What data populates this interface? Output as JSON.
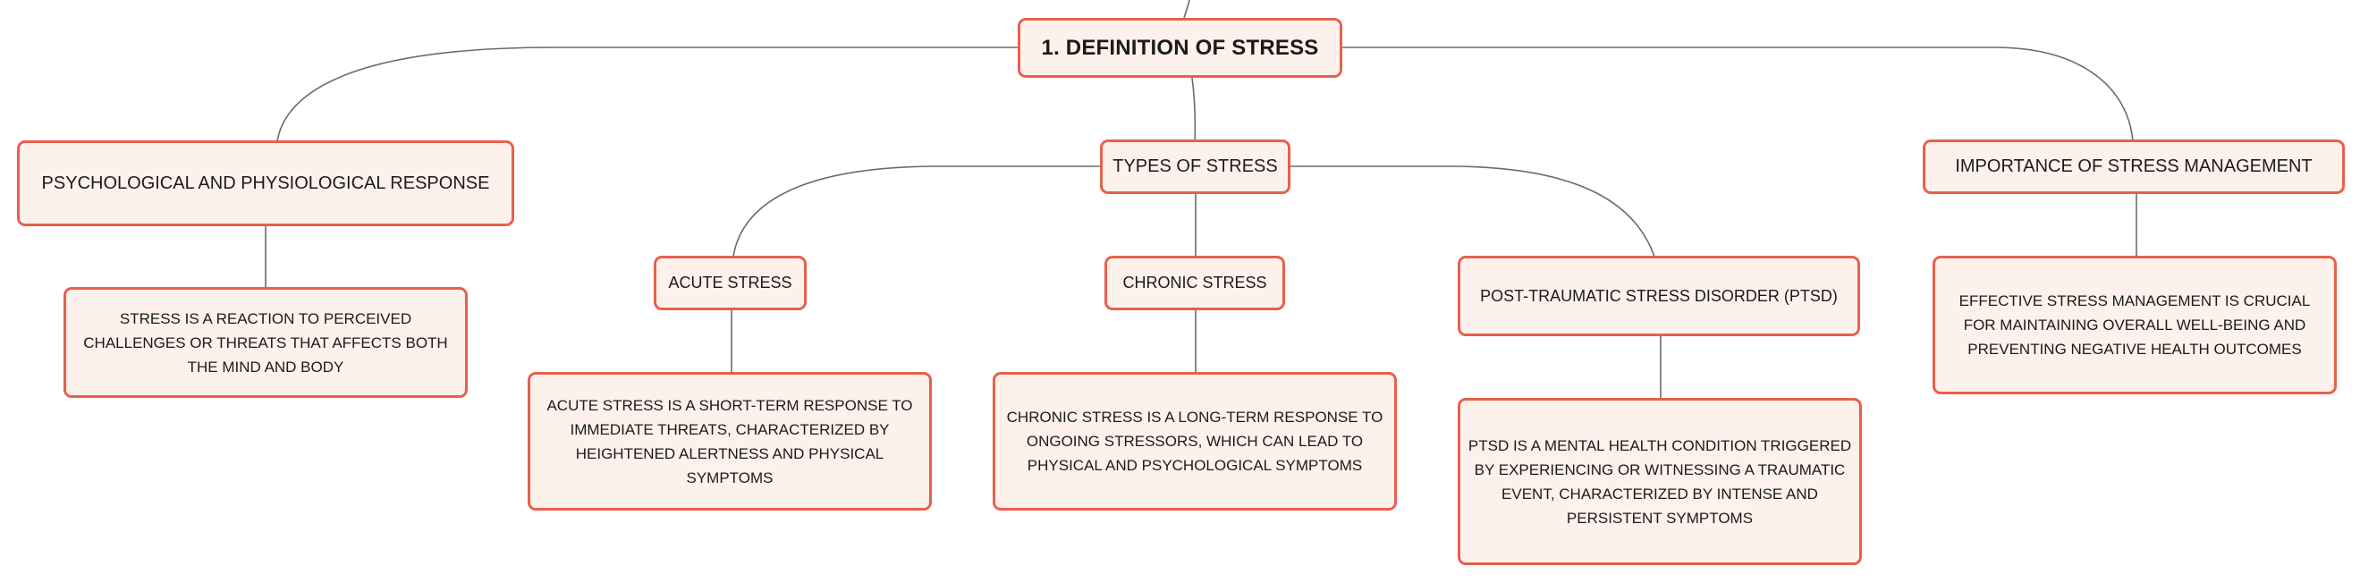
{
  "mindmap": {
    "root": {
      "label": "1. DEFINITION OF STRESS"
    },
    "psych": {
      "label": "PSYCHOLOGICAL AND PHYSIOLOGICAL RESPONSE",
      "detail": "STRESS IS A REACTION TO PERCEIVED CHALLENGES OR THREATS THAT AFFECTS BOTH THE MIND AND BODY"
    },
    "types": {
      "label": "TYPES OF STRESS",
      "acute": {
        "label": "ACUTE STRESS",
        "detail": "ACUTE STRESS IS A SHORT-TERM RESPONSE TO IMMEDIATE THREATS, CHARACTERIZED BY HEIGHTENED ALERTNESS AND PHYSICAL SYMPTOMS"
      },
      "chronic": {
        "label": "CHRONIC STRESS",
        "detail": "CHRONIC STRESS IS A LONG-TERM RESPONSE TO ONGOING STRESSORS, WHICH CAN LEAD TO PHYSICAL AND PSYCHOLOGICAL SYMPTOMS"
      },
      "ptsd": {
        "label": "POST-TRAUMATIC STRESS DISORDER (PTSD)",
        "detail": "PTSD IS A MENTAL HEALTH CONDITION TRIGGERED BY EXPERIENCING OR WITNESSING A TRAUMATIC EVENT, CHARACTERIZED BY INTENSE AND PERSISTENT SYMPTOMS"
      }
    },
    "importance": {
      "label": "IMPORTANCE OF STRESS MANAGEMENT",
      "detail": "EFFECTIVE STRESS MANAGEMENT IS CRUCIAL FOR MAINTAINING OVERALL WELL-BEING AND PREVENTING NEGATIVE HEALTH OUTCOMES"
    }
  },
  "colors": {
    "node_border": "#e8604c",
    "node_fill": "#fdf1ec",
    "connector": "#6b6b6b"
  }
}
